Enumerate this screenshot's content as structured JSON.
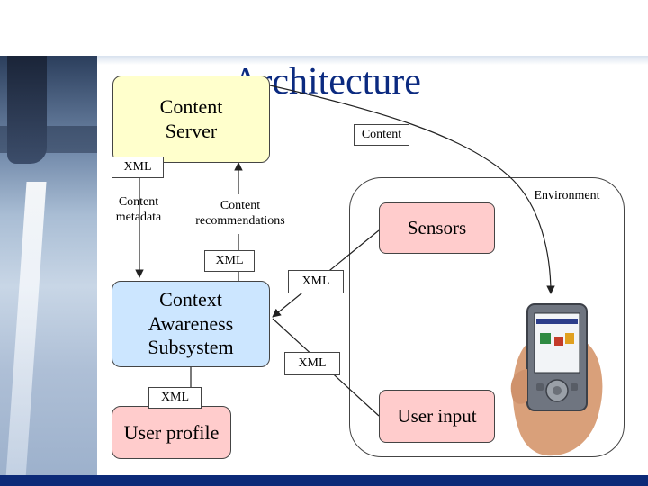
{
  "title": "Architecture",
  "nodes": {
    "content_server": "Content\nServer",
    "context_awareness": "Context\nAwareness\nSubsystem",
    "user_profile": "User profile",
    "sensors": "Sensors",
    "user_input": "User input",
    "environment": "Environment"
  },
  "labels": {
    "xml_top": "XML",
    "content_metadata": "Content\nmetadata",
    "content_recommendations": "Content\nrecommendations",
    "xml_middle": "XML",
    "xml_sensors": "XML",
    "xml_input": "XML",
    "xml_profile": "XML",
    "content": "Content"
  },
  "colors": {
    "title": "#0b2a80",
    "server_fill": "#ffffcc",
    "context_fill": "#cce6ff",
    "pink_fill": "#ffcccc",
    "bottom_bar": "#0c2a78"
  },
  "icons": {
    "device": "handheld-pda-icon"
  }
}
